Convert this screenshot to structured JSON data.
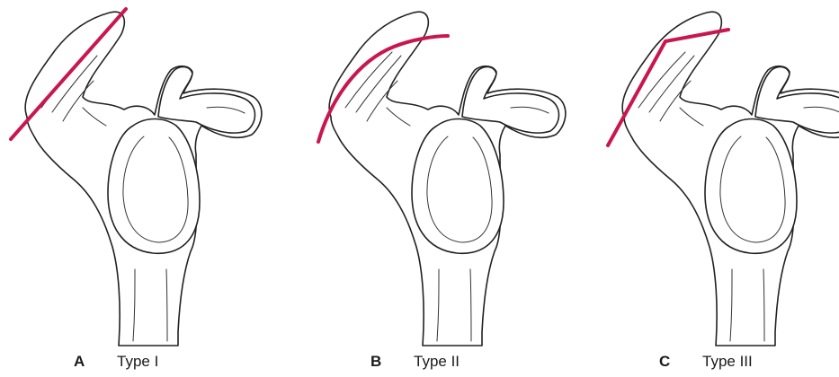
{
  "accent_color": "#c8174f",
  "panels": [
    {
      "letter": "A",
      "type_label": "Type I",
      "line_shape": "straight"
    },
    {
      "letter": "B",
      "type_label": "Type II",
      "line_shape": "curved"
    },
    {
      "letter": "C",
      "type_label": "Type III",
      "line_shape": "hooked"
    }
  ]
}
